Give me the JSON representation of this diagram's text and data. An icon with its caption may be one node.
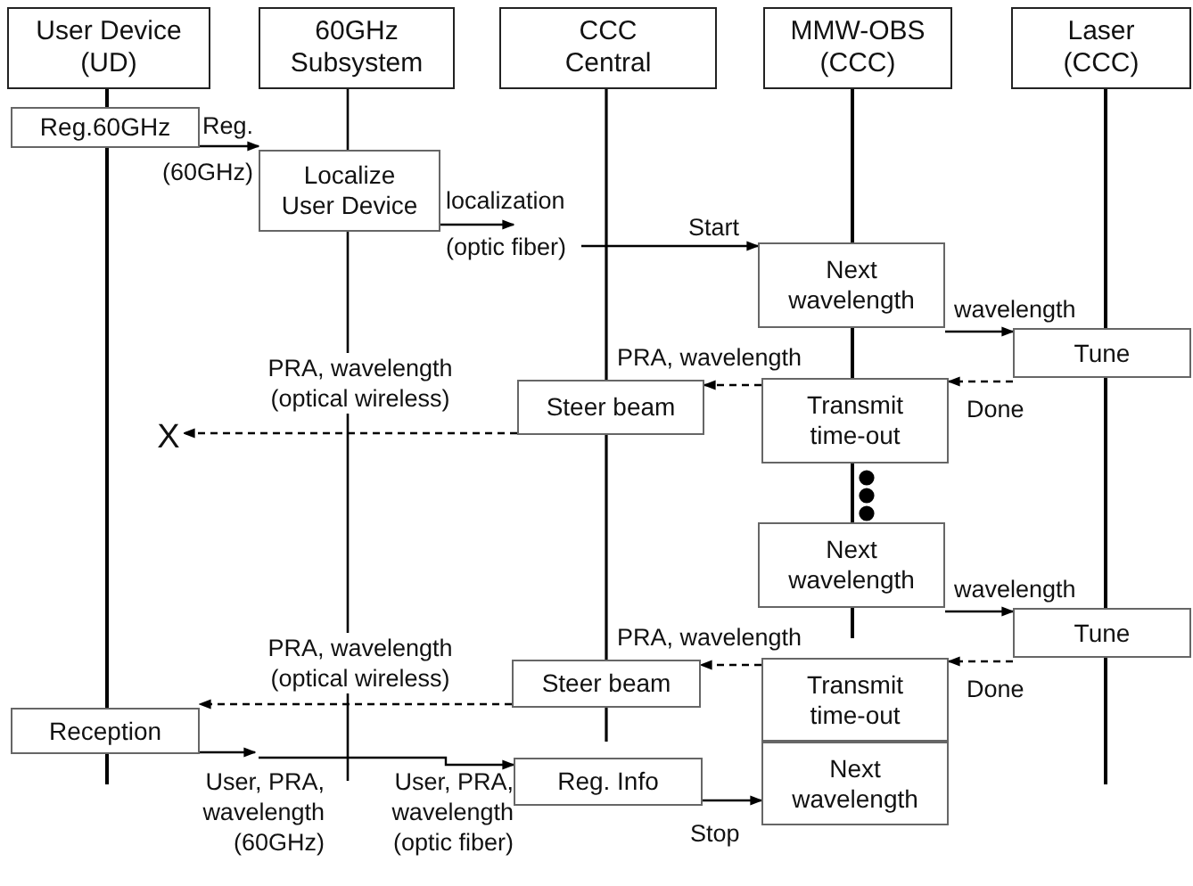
{
  "diagram": {
    "nodes": [
      {
        "text": [
          "User Device (UD)"
        ]
      },
      {
        "text": [
          "60GHz Subsystem"
        ]
      },
      {
        "text": [
          "CCC Central"
        ]
      },
      {
        "text": [
          "MMW-OBS (CCC)"
        ]
      },
      {
        "text": [
          "Laser (CCC)"
        ]
      },
      {
        "text": [
          "Reg.60GHz"
        ]
      },
      {
        "text": [
          "Localize User Device"
        ]
      },
      {
        "text": [
          "Next wavelength"
        ]
      },
      {
        "text": [
          "Tune"
        ]
      },
      {
        "text": [
          "Steer beam"
        ]
      },
      {
        "text": [
          "Transmit time-out"
        ]
      },
      {
        "text": [
          "X"
        ]
      },
      {
        "text": [
          "Next wavelength"
        ]
      },
      {
        "text": [
          "Tune"
        ]
      },
      {
        "text": [
          "Steer beam"
        ]
      },
      {
        "text": [
          "Transmit time-out"
        ]
      },
      {
        "text": [
          "Reception"
        ]
      },
      {
        "text": [
          "Reg. Info"
        ]
      },
      {
        "text": [
          "Next wavelength"
        ]
      }
    ],
    "edges": [
      {
        "from": 5,
        "to": 6,
        "arrow": "to",
        "label": "Reg. (60GHz)"
      },
      {
        "from": 6,
        "to": null,
        "arrow": "to",
        "label": "localization (optic fiber)"
      },
      {
        "from": null,
        "to": 7,
        "arrow": "to",
        "label": "Start"
      },
      {
        "from": 7,
        "to": 8,
        "arrow": "to",
        "label": "wavelength"
      },
      {
        "from": 8,
        "to": 10,
        "arrow": "to",
        "label": "Done",
        "style": "dashed"
      },
      {
        "from": 10,
        "to": 9,
        "arrow": "to",
        "label": "PRA, wavelength",
        "style": "dashed"
      },
      {
        "from": 9,
        "to": 11,
        "arrow": "to",
        "label": "PRA, wavelength (optical wireless)",
        "style": "dashed"
      },
      {
        "from": 12,
        "to": 13,
        "arrow": "to",
        "label": "wavelength"
      },
      {
        "from": 13,
        "to": 15,
        "arrow": "to",
        "label": "Done",
        "style": "dashed"
      },
      {
        "from": 15,
        "to": 14,
        "arrow": "to",
        "label": "PRA, wavelength",
        "style": "dashed"
      },
      {
        "from": 14,
        "to": 16,
        "arrow": "to",
        "label": "PRA, wavelength (optical wireless)",
        "style": "dashed"
      },
      {
        "from": 16,
        "to": null,
        "arrow": "to",
        "label": "User, PRA, wavelength (60GHz)"
      },
      {
        "from": null,
        "to": 17,
        "arrow": "to",
        "label": "User, PRA, wavelength (optic fiber)"
      },
      {
        "from": 17,
        "to": 18,
        "arrow": "to",
        "label": "Stop"
      }
    ]
  }
}
